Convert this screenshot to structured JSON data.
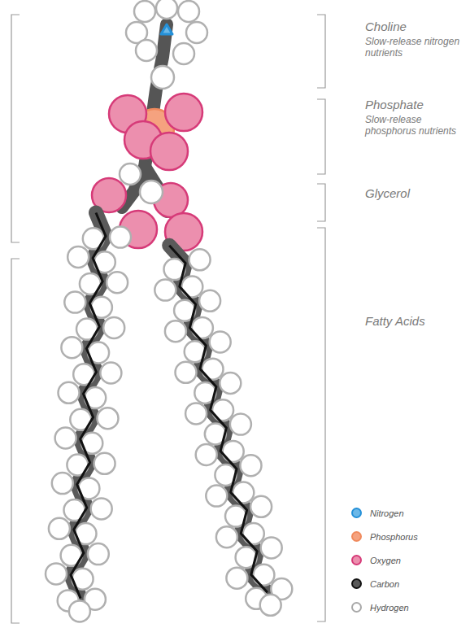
{
  "diagram": {
    "labels": [
      "Choline",
      "Slow-release nitrogen nutrients",
      "Phosphate",
      "Slow-release phosphorus nutrients",
      "Glycerol",
      "Fatty Acids"
    ],
    "legend": [
      {
        "text": "Nitrogen",
        "color": "#6cb8e8"
      },
      {
        "text": "Phosphorus",
        "color": "#f5a27f"
      },
      {
        "text": "Oxygen",
        "color": "#ec8fae"
      },
      {
        "text": "Carbon",
        "color": "#5a5a5a"
      },
      {
        "text": "Hydrogen",
        "color": "#ffffff"
      }
    ]
  }
}
